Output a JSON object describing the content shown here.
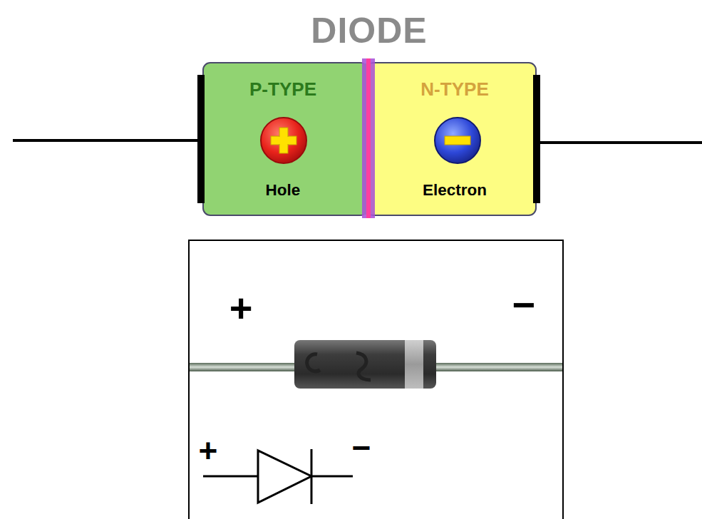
{
  "diagram": {
    "title": "DIODE",
    "nodes": [
      {
        "text": [
          "P-TYPE",
          "Hole"
        ]
      },
      {
        "text": [
          "N-TYPE",
          "Electron"
        ]
      }
    ],
    "labels": [
      "+",
      "−",
      "+",
      "−"
    ]
  }
}
